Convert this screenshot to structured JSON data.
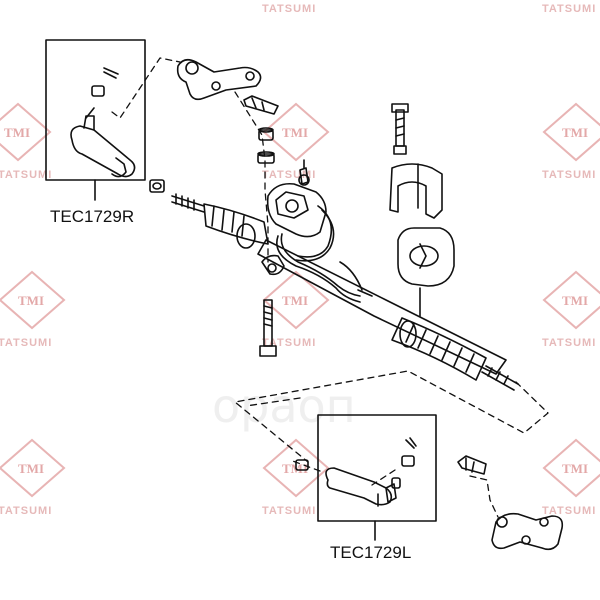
{
  "watermark": {
    "brand": "TATSUMI",
    "logo": "TMI",
    "overlay": "ораоп"
  },
  "labels": {
    "right_tie_rod_end": "TEC1729R",
    "left_tie_rod_end": "TEC1729L"
  },
  "colors": {
    "line": "#111111",
    "watermark": "#e3a8a8",
    "background": "#ffffff"
  }
}
